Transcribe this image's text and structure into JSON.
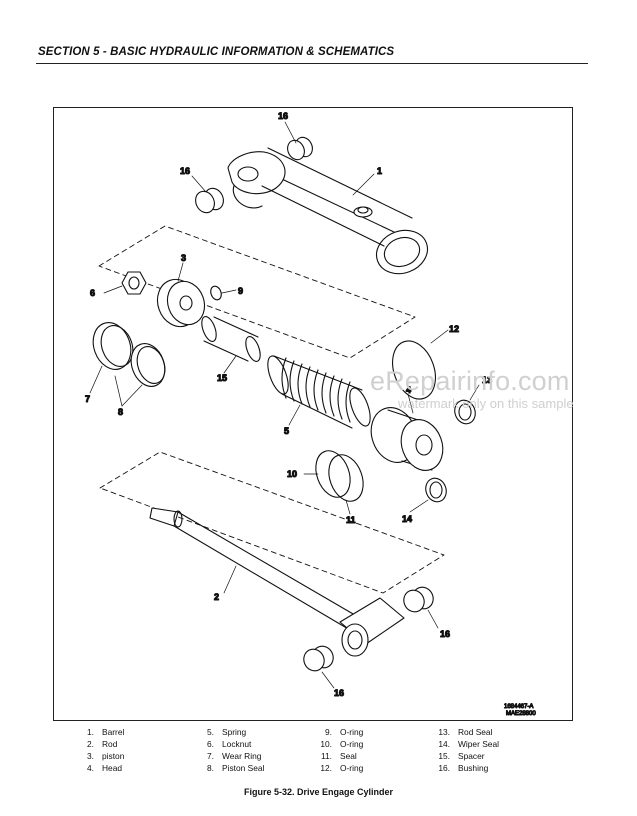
{
  "header": {
    "title": "SECTION 5 - BASIC HYDRAULIC INFORMATION & SCHEMATICS"
  },
  "figure": {
    "callouts": {
      "c1": "1",
      "c2": "2",
      "c3": "3",
      "c4": "4",
      "c5": "5",
      "c6": "6",
      "c7": "7",
      "c8": "8",
      "c9": "9",
      "c10": "10",
      "c11": "11",
      "c12": "12",
      "c13": "13",
      "c14": "14",
      "c15": "15",
      "c16a": "16",
      "c16b": "16",
      "c16c": "16",
      "c16d": "16"
    },
    "reference": {
      "line1": "1684467-A",
      "line2": "MAE28800"
    }
  },
  "legend": {
    "col1": [
      {
        "num": "1.",
        "text": "Barrel"
      },
      {
        "num": "2.",
        "text": "Rod"
      },
      {
        "num": "3.",
        "text": "piston"
      },
      {
        "num": "4.",
        "text": "Head"
      }
    ],
    "col2": [
      {
        "num": "5.",
        "text": "Spring"
      },
      {
        "num": "6.",
        "text": "Locknut"
      },
      {
        "num": "7.",
        "text": "Wear Ring"
      },
      {
        "num": "8.",
        "text": "Piston Seal"
      }
    ],
    "col3": [
      {
        "num": "9.",
        "text": "O-ring"
      },
      {
        "num": "10.",
        "text": "O-ring"
      },
      {
        "num": "11.",
        "text": "Seal"
      },
      {
        "num": "12.",
        "text": "O-ring"
      }
    ],
    "col4": [
      {
        "num": "13.",
        "text": "Rod Seal"
      },
      {
        "num": "14.",
        "text": "Wiper Seal"
      },
      {
        "num": "15.",
        "text": "Spacer"
      },
      {
        "num": "16.",
        "text": "Bushing"
      }
    ]
  },
  "caption": "Figure 5-32.  Drive Engage Cylinder",
  "watermark": {
    "main": "eRepairinfo.com",
    "sub": "watermark only on this sample"
  }
}
